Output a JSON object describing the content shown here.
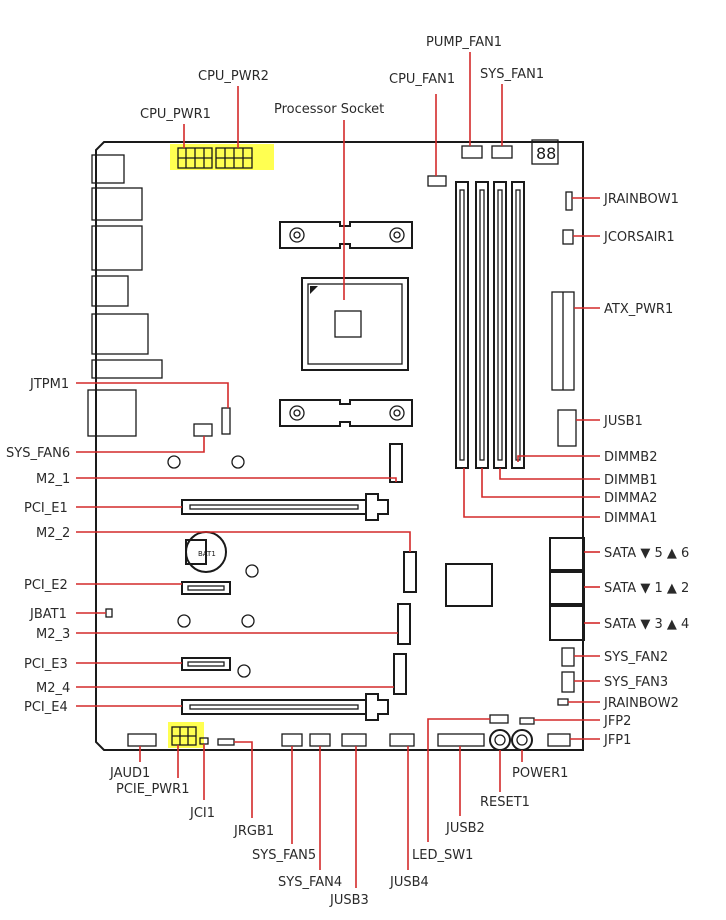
{
  "labels": {
    "pump_fan1": "PUMP_FAN1",
    "cpu_pwr2": "CPU_PWR2",
    "cpu_fan1": "CPU_FAN1",
    "sys_fan1": "SYS_FAN1",
    "cpu_pwr1": "CPU_PWR1",
    "processor_socket": "Processor Socket",
    "jrainbow1": "JRAINBOW1",
    "jcorsair1": "JCORSAIR1",
    "atx_pwr1": "ATX_PWR1",
    "jtpm1": "JTPM1",
    "jusb1": "JUSB1",
    "sys_fan6": "SYS_FAN6",
    "dimmb2": "DIMMB2",
    "m2_1": "M2_1",
    "dimmb1": "DIMMB1",
    "dimma2": "DIMMA2",
    "pci_e1": "PCI_E1",
    "dimma1": "DIMMA1",
    "m2_2": "M2_2",
    "sata56": "SATA ▼ 5 ▲ 6",
    "pci_e2": "PCI_E2",
    "sata12": "SATA ▼ 1 ▲ 2",
    "jbat1": "JBAT1",
    "m2_3": "M2_3",
    "sata34": "SATA ▼ 3 ▲ 4",
    "pci_e3": "PCI_E3",
    "sys_fan2": "SYS_FAN2",
    "m2_4": "M2_4",
    "sys_fan3": "SYS_FAN3",
    "jrainbow2": "JRAINBOW2",
    "pci_e4": "PCI_E4",
    "jfp2": "JFP2",
    "jfp1": "JFP1",
    "jaud1": "JAUD1",
    "power1": "POWER1",
    "pcie_pwr1": "PCIE_PWR1",
    "jci1": "JCI1",
    "reset1": "RESET1",
    "jrgb1": "JRGB1",
    "jusb2": "JUSB2",
    "sys_fan5": "SYS_FAN5",
    "led_sw1": "LED_SW1",
    "sys_fan4": "SYS_FAN4",
    "jusb4": "JUSB4",
    "jusb3": "JUSB3",
    "battery": "BAT1",
    "debug_led": "88"
  },
  "colors": {
    "leader": "#d42a2a",
    "highlight": "#ffff33",
    "outline": "#1a1a1a"
  }
}
